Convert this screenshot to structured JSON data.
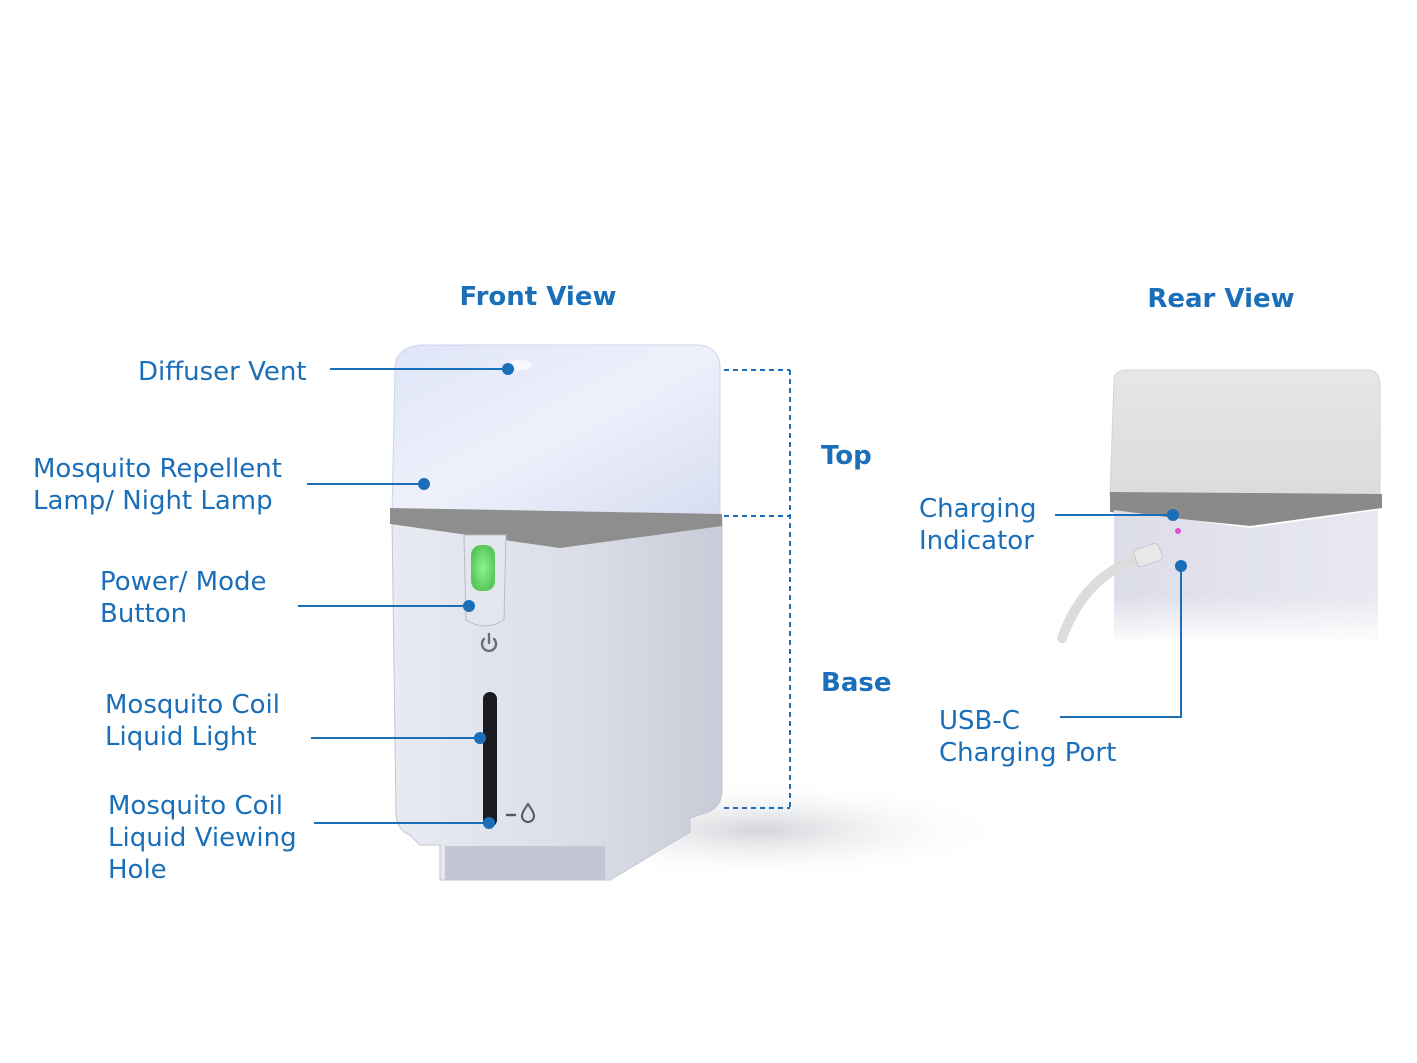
{
  "headings": {
    "front_view": "Front View",
    "rear_view": "Rear View"
  },
  "sections": {
    "top": "Top",
    "base": "Base"
  },
  "callouts": {
    "diffuser_vent": [
      "Diffuser Vent"
    ],
    "lamp": [
      "Mosquito Repellent",
      "Lamp/ Night Lamp"
    ],
    "power_button": [
      "Power/ Mode",
      "Button"
    ],
    "liquid_light": [
      "Mosquito Coil",
      "Liquid Light"
    ],
    "viewing_hole": [
      "Mosquito Coil",
      "Liquid Viewing",
      "Hole"
    ],
    "charging_indicator": [
      "Charging",
      "Indicator"
    ],
    "usb_port": [
      "USB-C",
      "Charging Port"
    ]
  },
  "colors": {
    "label_blue": "#1a6fb8",
    "top_shell": "#e4e9f8",
    "base_shell": "#d8dbe6",
    "band": "#8e8e8e",
    "power_led": "#6fe06f",
    "charging_led": "#e04fd0"
  },
  "icons": [
    "power-icon",
    "water-drop-icon"
  ]
}
